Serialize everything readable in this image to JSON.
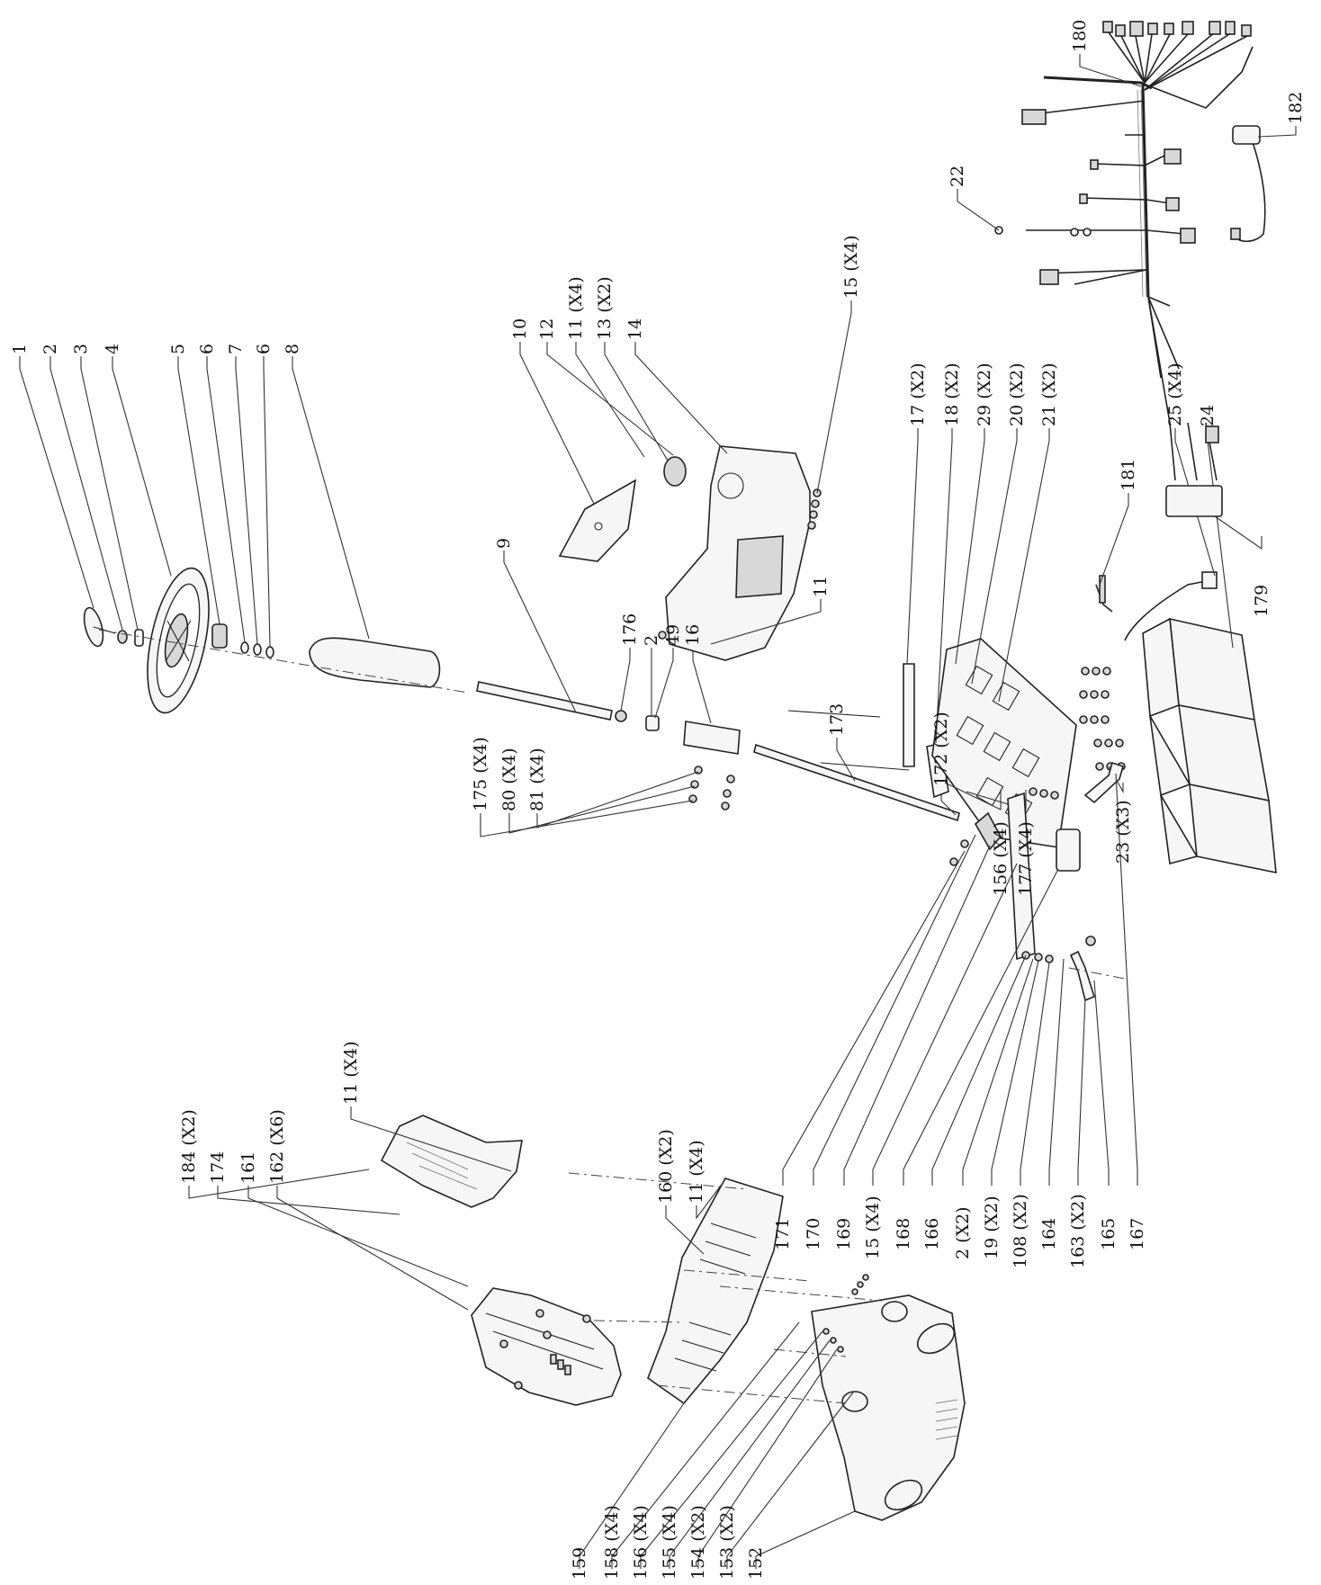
{
  "callouts": {
    "c1": "1",
    "c2": "2",
    "c3": "3",
    "c4": "4",
    "c5": "5",
    "c6a": "6",
    "c7": "7",
    "c6b": "6",
    "c8": "8",
    "c9": "9",
    "c176": "176",
    "c2b": "2",
    "c49": "49",
    "c16": "16",
    "c175": "175 (X4)",
    "c80": "80 (X4)",
    "c81": "81 (X4)",
    "c10": "10",
    "c12": "12",
    "c11a": "11 (X4)",
    "c13": "13 (X2)",
    "c14": "14",
    "c15a": "15 (X4)",
    "c11b": "11",
    "c17": "17 (X2)",
    "c18": "18 (X2)",
    "c29": "29 (X2)",
    "c20": "20 (X2)",
    "c21": "21 (X2)",
    "c25": "25 (X4)",
    "c24": "24",
    "c181": "181",
    "c23": "23 (X3)",
    "c156a": "156 (X4)",
    "c177": "177 (X4)",
    "c179": "179",
    "c180": "180",
    "c182": "182",
    "c22": "22",
    "c173": "173",
    "c172": "172 (X2)",
    "c171": "171",
    "c170": "170",
    "c169": "169",
    "c15b": "15 (X4)",
    "c168": "168",
    "c166": "166",
    "c2c": "2 (X2)",
    "c19": "19 (X2)",
    "c108": "108 (X2)",
    "c164": "164",
    "c163": "163 (X2)",
    "c165": "165",
    "c167": "167",
    "c184": "184 (X2)",
    "c174": "174",
    "c161": "161",
    "c162": "162 (X6)",
    "c11c": "11 (X4)",
    "c160": "160 (X2)",
    "c11d": "11 (X4)",
    "c159": "159",
    "c158": "158 (X4)",
    "c156b": "156 (X4)",
    "c155": "155 (X4)",
    "c154": "154 (X2)",
    "c153": "153 (X2)",
    "c152": "152"
  }
}
